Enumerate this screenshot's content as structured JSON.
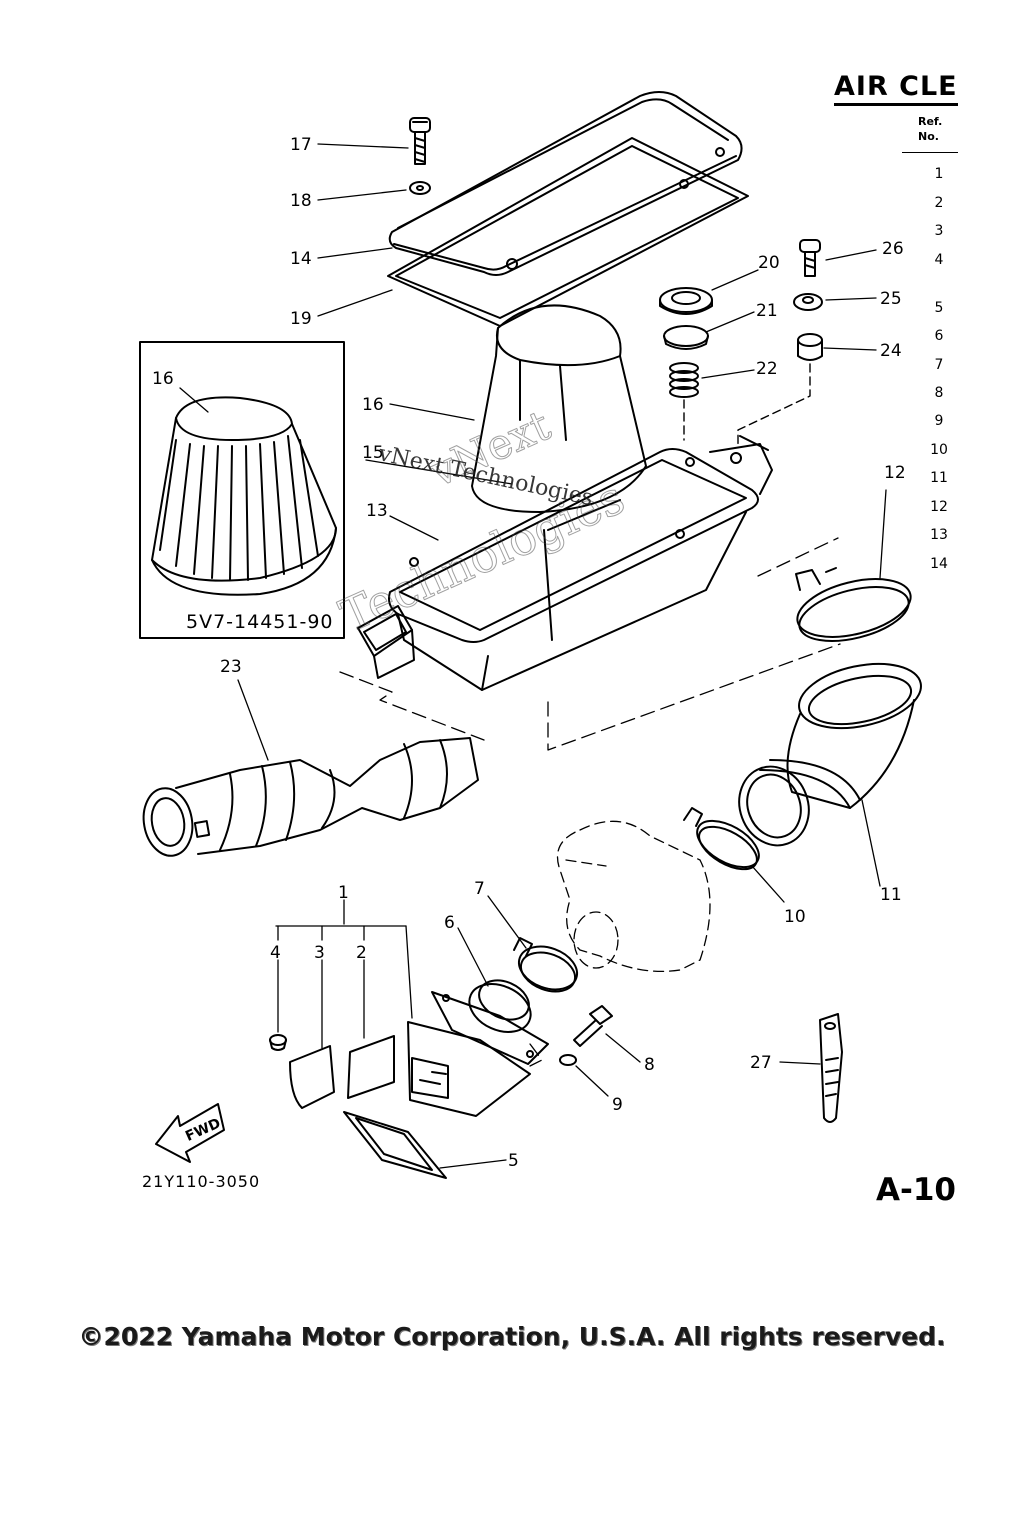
{
  "header": {
    "title": "AIR CLE",
    "ref_label_1": "Ref.",
    "ref_label_2": "No."
  },
  "ref_numbers": [
    "1",
    "2",
    "3",
    "4",
    "5",
    "6",
    "7",
    "8",
    "9",
    "10",
    "11",
    "12",
    "13",
    "14"
  ],
  "figure_code": "21Y110-3050",
  "page_label": "A-10",
  "inset_part_number": "5V7-14451-90",
  "callouts": {
    "c1": "1",
    "c2": "2",
    "c3": "3",
    "c4": "4",
    "c5": "5",
    "c6": "6",
    "c7": "7",
    "c8": "8",
    "c9": "9",
    "c10": "10",
    "c11": "11",
    "c12": "12",
    "c13": "13",
    "c14": "14",
    "c15": "15",
    "c16a": "16",
    "c16b": "16",
    "c17": "17",
    "c18": "18",
    "c19": "19",
    "c20": "20",
    "c21": "21",
    "c22": "22",
    "c23": "23",
    "c24": "24",
    "c25": "25",
    "c26": "26",
    "c27": "27"
  },
  "fwd_label": "FWD",
  "watermark": {
    "line1": "vNext",
    "line2": "Technologies",
    "line3": "vNext Technologies"
  },
  "copyright": "©2022 Yamaha Motor Corporation, U.S.A. All rights reserved."
}
